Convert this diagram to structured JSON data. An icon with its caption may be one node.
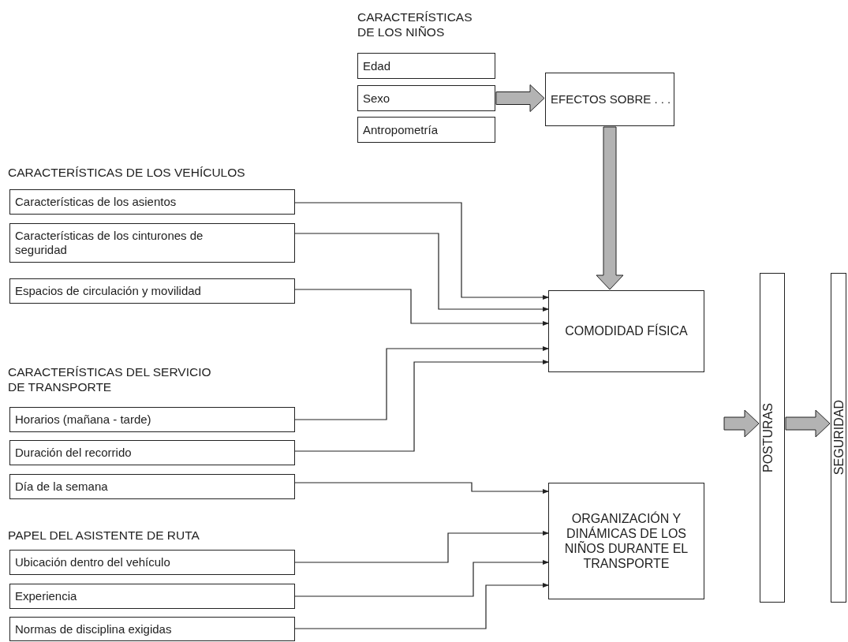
{
  "diagram": {
    "nodes": [
      {
        "text": [
          "Edad"
        ]
      },
      {
        "text": [
          "Sexo"
        ]
      },
      {
        "text": [
          "Antropometría"
        ]
      },
      {
        "text": [
          "EFECTOS SOBRE . . ."
        ]
      },
      {
        "text": [
          "Características de los asientos"
        ]
      },
      {
        "text": [
          "Características de los cinturones de seguridad"
        ]
      },
      {
        "text": [
          "Espacios de circulación y movilidad"
        ]
      },
      {
        "text": [
          "COMODIDAD FÍSICA"
        ]
      },
      {
        "text": [
          "Horarios (mañana - tarde)"
        ]
      },
      {
        "text": [
          "Duración del recorrido"
        ]
      },
      {
        "text": [
          "Día de la semana"
        ]
      },
      {
        "text": [
          "Ubicación dentro del vehículo"
        ]
      },
      {
        "text": [
          "Experiencia"
        ]
      },
      {
        "text": [
          "Normas de disciplina exigidas"
        ]
      },
      {
        "text": [
          "ORGANIZACIÓN Y DINÁMICAS DE LOS NIÑOS DURANTE EL TRANSPORTE"
        ]
      },
      {
        "text": [
          "POSTURAS"
        ]
      },
      {
        "text": [
          "SEGURIDAD"
        ]
      }
    ],
    "edges": [
      {
        "from": 1,
        "to": 3,
        "arrow": "to",
        "style": "thick",
        "color": "#b3b3b3"
      },
      {
        "from": 3,
        "to": 7,
        "arrow": "to",
        "style": "thick",
        "color": "#b3b3b3"
      },
      {
        "from": 4,
        "to": 7,
        "arrow": "to"
      },
      {
        "from": 5,
        "to": 7,
        "arrow": "to"
      },
      {
        "from": 6,
        "to": 7,
        "arrow": "to"
      },
      {
        "from": 8,
        "to": 7,
        "arrow": "to"
      },
      {
        "from": 9,
        "to": 7,
        "arrow": "to"
      },
      {
        "from": 10,
        "to": 14,
        "arrow": "to"
      },
      {
        "from": 11,
        "to": 14,
        "arrow": "to"
      },
      {
        "from": 12,
        "to": 14,
        "arrow": "to"
      },
      {
        "from": 13,
        "to": 14,
        "arrow": "to"
      },
      {
        "from": null,
        "to": 15,
        "arrow": "to",
        "style": "thick",
        "color": "#b3b3b3"
      },
      {
        "from": 15,
        "to": 16,
        "arrow": "to",
        "style": "thick",
        "color": "#b3b3b3"
      }
    ],
    "labels": [
      "CARACTERÍSTICAS DE LOS NIÑOS",
      "CARACTERÍSTICAS DE LOS VEHÍCULOS",
      "CARACTERÍSTICAS DEL SERVICIO DE TRANSPORTE",
      "PAPEL DEL ASISTENTE DE RUTA"
    ]
  }
}
